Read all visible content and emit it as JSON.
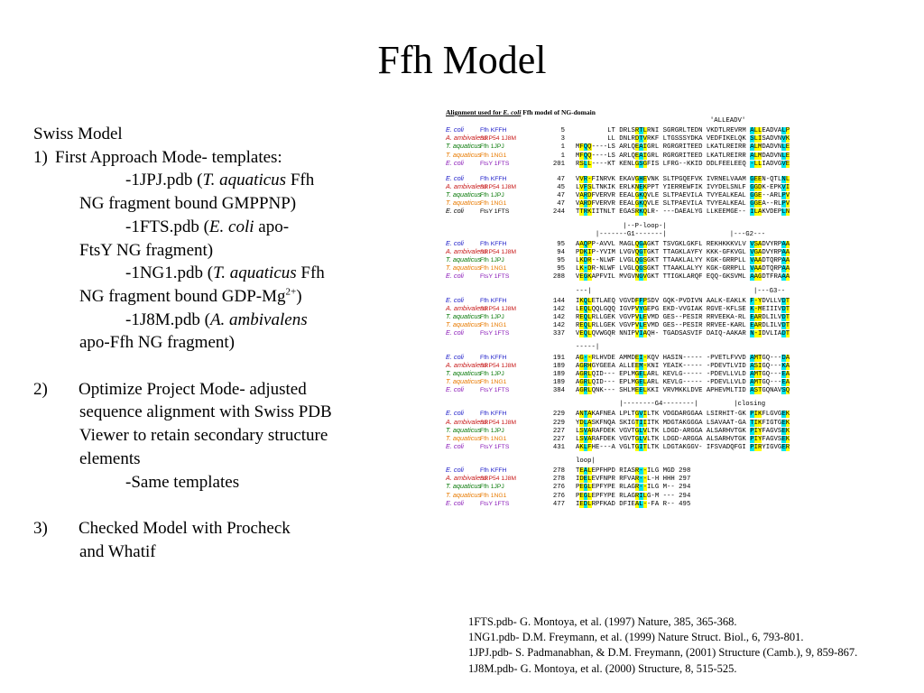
{
  "title": "Ffh Model",
  "left": {
    "heading": "Swiss Model",
    "item1": {
      "num": "1)",
      "text": "First Approach Mode- templates:",
      "templates": [
        {
          "a": "-1JPJ.pdb (",
          "i": "T. aquaticus",
          "b": " Ffh",
          "cont": "NG fragment bound GMPPNP)"
        },
        {
          "a": "-1FTS.pdb (",
          "i": "E. coli",
          "b": " apo-",
          "cont": "FtsY NG fragment)"
        },
        {
          "a": "-1NG1.pdb (",
          "i": "T. aquaticus",
          "b": " Ffh",
          "cont_pre": "NG fragment bound GDP-Mg",
          "cont_sup": "2+",
          "cont_post": ")"
        },
        {
          "a": "-1J8M.pdb (",
          "i": "A. ambivalens",
          "b": "",
          "cont": "apo-Ffh NG fragment)"
        }
      ]
    },
    "item2": {
      "num": "2)",
      "lines": [
        "Optimize Project Mode- adjusted",
        "sequence alignment with Swiss PDB",
        "Viewer to retain secondary structure",
        "elements"
      ],
      "sub": "-Same templates"
    },
    "item3": {
      "num": "3)",
      "lines": [
        "Checked Model with Procheck",
        "and Whatif"
      ]
    }
  },
  "alignment": {
    "caption_pre": "Alignment used for ",
    "caption_italic": "E. coli",
    "caption_post": " Ffh model of NG-domain",
    "blocks": [
      {
        "ann": [
          "                                  'ALLEADV'"
        ],
        "rows": [
          {
            "org": "E. coli",
            "prot": "Ffh KFFH",
            "pos": "5",
            "seq": "        LT DRLSRTLRNI SGRGRLTEDN VKDTLREVRM ALLEADVALP",
            "color": "blue"
          },
          {
            "org": "A. ambivalens",
            "prot": "SRP54 1J8M",
            "pos": "3",
            "seq": "        LL DNLRDTVRKF LTGSSSYDKA VEDFIKELQK SLISADVNVK",
            "color": "red"
          },
          {
            "org": "T. aquaticus",
            "prot": "Ffh 1JPJ",
            "pos": "1",
            "seq": "MFQQ----LS ARLQEAIGRL RGRGRITEED LKATLREIRR ALMDADVNLE",
            "color": "green"
          },
          {
            "org": "T. aquaticus",
            "prot": "Ffh 1NG1",
            "pos": "1",
            "seq": "MFQQ----LS ARLQEAIGRL RGRGRITEED LKATLREIRR ALMDADVNLE",
            "color": "orange"
          },
          {
            "org": "E. coli",
            "prot": "FtsY 1FTS",
            "pos": "201",
            "seq": "RSLL----KT KENLGSGFIS LFRG--KKID DDLFEELEEQ -LLIADVGVE",
            "color": "purple"
          }
        ]
      },
      {
        "ann": [],
        "rows": [
          {
            "org": "E. coli",
            "prot": "Ffh KFFH",
            "pos": "47",
            "seq": "VVR-FINRVK EKAVGHEVNK SLTPGQEFVK IVRNELVAAM GEEN-QTLNL",
            "color": "blue"
          },
          {
            "org": "A. ambivalens",
            "prot": "SRP54 1J8M",
            "pos": "45",
            "seq": "LVFSLTNKIK ERLKNEKPPT YIERREWFIK IVYDELSNLF GGDK-EPKVI",
            "color": "red"
          },
          {
            "org": "T. aquaticus",
            "prot": "Ffh 1JPJ",
            "pos": "47",
            "seq": "VARDFVERVR EEALGKQVLE SLTPAEVILA TVYEALKEAL GGE--ARLPV",
            "color": "green"
          },
          {
            "org": "T. aquaticus",
            "prot": "Ffh 1NG1",
            "pos": "47",
            "seq": "VARDFVERVR EEALGKQVLE SLTPAEVILA TVYEALKEAL GGEA--RLPV",
            "color": "orange"
          },
          {
            "org": "E. coli",
            "prot": "FtsY 1FTS",
            "pos": "244",
            "seq": "TTRKIITNLT EGASRKQLR- ---DAEALYG LLKEEMGE-- ILAKVDEPLN",
            "color": "black"
          }
        ]
      },
      {
        "ann": [
          "            |--P-loop-|",
          "     |-------G1-------|                |---G2---"
        ],
        "rows": [
          {
            "org": "E. coli",
            "prot": "Ffh KFFH",
            "pos": "95",
            "seq": "AAQPP-AVVL MAGLQGAGKT TSVGKLGKFL REKHKKKVLV VSADVYRPAA",
            "color": "blue"
          },
          {
            "org": "A. ambivalens",
            "prot": "SRP54 1J8M",
            "pos": "94",
            "seq": "PDKIP-YVIM LVGVQGTGKT TTAGKLAYFY KKK-GFKVGL VGADVYRPAA",
            "color": "red"
          },
          {
            "org": "T. aquaticus",
            "prot": "Ffh 1JPJ",
            "pos": "95",
            "seq": "LKDR--NLWF LVGLQGSGKT TTAAKLALYY KGK-GRRPLL VAADTQRPAA",
            "color": "green"
          },
          {
            "org": "T. aquaticus",
            "prot": "Ffh 1NG1",
            "pos": "95",
            "seq": "LK-DR-NLWF LVGLQGSGKT TTAAKLALYY KGK-GRRPLL VAADTQRPAA",
            "color": "orange"
          },
          {
            "org": "E. coli",
            "prot": "FtsY 1FTS",
            "pos": "288",
            "seq": "VEGKAPFVIL MVGVNGVGKT TTIGKLARQF EQQ-GKSVML AAGDTFRAAA",
            "color": "purple"
          }
        ]
      },
      {
        "ann": [
          "---|                                         |---G3--"
        ],
        "rows": [
          {
            "org": "E. coli",
            "prot": "Ffh KFFH",
            "pos": "144",
            "seq": "IKQLETLAEQ VGVDFFPSDV GQK-PVDIVN AALK-EAKLK F-YDVLLVDT",
            "color": "blue"
          },
          {
            "org": "A. ambivalens",
            "prot": "SRP54 1J8M",
            "pos": "142",
            "seq": "LEQLQQLGQQ IGVPVYGEPG EKD-VVGIAK RGVE-KFLSE K-MEIIIVDT",
            "color": "red"
          },
          {
            "org": "T. aquaticus",
            "prot": "Ffh 1JPJ",
            "pos": "142",
            "seq": "REQLRLLGEK VGVPVLEVMD GES--PESIR RRVEEKA-RL EARDLILVDT",
            "color": "green"
          },
          {
            "org": "T. aquaticus",
            "prot": "Ffh 1NG1",
            "pos": "142",
            "seq": "REQLRLLGEK VGVPVLEVMD GES--PESIR RRVEE-KARL EARDLILVDT",
            "color": "orange"
          },
          {
            "org": "E. coli",
            "prot": "FtsY 1FTS",
            "pos": "337",
            "seq": "VEQLQVWGQR NNIPVIAQH- TGADSASVIF DAIQ-AAKAR N-IDVLIADT",
            "color": "purple"
          }
        ]
      },
      {
        "ann": [
          "-----|"
        ],
        "rows": [
          {
            "org": "E. coli",
            "prot": "Ffh KFFH",
            "pos": "191",
            "seq": "AG--RLHVDE AMMDEI-KQV HASIN----- -PVETLFVVD AMTGQ---DA",
            "color": "blue"
          },
          {
            "org": "A. ambivalens",
            "prot": "SRP54 1J8M",
            "pos": "189",
            "seq": "AGRHGYGEEA ALLEEM-KNI YEAIK----- -PDEVTLVID ASIGQ---KA",
            "color": "red"
          },
          {
            "org": "T. aquaticus",
            "prot": "Ffh 1JPJ",
            "pos": "189",
            "seq": "AGRLQID--- EPLMGELARL KEVLG----- -PDEVLLVLD AMTGQ---EA",
            "color": "green"
          },
          {
            "org": "T. aquaticus",
            "prot": "Ffh 1NG1",
            "pos": "189",
            "seq": "AGRLQID--- EPLMGELARL KEVLG----- -PDEVLLVLD AMTGQ---EA",
            "color": "orange"
          },
          {
            "org": "E. coli",
            "prot": "FtsY 1FTS",
            "pos": "384",
            "seq": "AGRLQNK--- SHLMEELKKI VRVMKKLDVE APHEVMLTID ASTGQNAVSQ",
            "color": "purple"
          }
        ]
      },
      {
        "ann": [
          "           |--------G4--------|         |closing"
        ],
        "rows": [
          {
            "org": "E. coli",
            "prot": "Ffh KFFH",
            "pos": "229",
            "seq": "ANTAKAFNEA LPLTGVILTK VDGDARGGAA LSIRHIT-GK PIKFLGVGEK",
            "color": "blue"
          },
          {
            "org": "A. ambivalens",
            "prot": "SRP54 1J8M",
            "pos": "229",
            "seq": "YDLASKFNQA SKIGTIIITK MDGTAKGGGA LSAVAAT-GA TIKFIGTGEK",
            "color": "red"
          },
          {
            "org": "T. aquaticus",
            "prot": "Ffh 1JPJ",
            "pos": "227",
            "seq": "LSVARAFDEK VGVTGLVLTK LDGD-ARGGA ALSARHVTGK PIYFAGVSEK",
            "color": "green"
          },
          {
            "org": "T. aquaticus",
            "prot": "Ffh 1NG1",
            "pos": "227",
            "seq": "LSVARAFDEK VGVTGLVLTK LDGD-ARGGA ALSARHVTGK PIYFAGVSEK",
            "color": "orange"
          },
          {
            "org": "E. coli",
            "prot": "FtsY 1FTS",
            "pos": "431",
            "seq": "AKLFHE---A VGLTGITLTK LDGTAKGGV- IFSVADQFGI PIRYIGVGER",
            "color": "purple"
          }
        ]
      },
      {
        "ann": [
          "loop|"
        ],
        "rows": [
          {
            "org": "E. coli",
            "prot": "Ffh KFFH",
            "pos": "278",
            "seq": "TEALEPFHPD RIASR--ILG MGD 298",
            "color": "blue"
          },
          {
            "org": "A. ambivalens",
            "prot": "SRP54 1J8M",
            "pos": "278",
            "seq": "IDELEVFNPR RFVAR--L-H HHH 297",
            "color": "red"
          },
          {
            "org": "T. aquaticus",
            "prot": "Ffh 1JPJ",
            "pos": "276",
            "seq": "PEGLEPFYPE RLAGR--ILG M-- 294",
            "color": "green"
          },
          {
            "org": "T. aquaticus",
            "prot": "Ffh 1NG1",
            "pos": "276",
            "seq": "PEGLEPFYPE RLAGRILG-M --- 294",
            "color": "orange"
          },
          {
            "org": "E. coli",
            "prot": "FtsY 1FTS",
            "pos": "477",
            "seq": "IEDLRPFKAD DFIEAL--FA R-- 495",
            "color": "purple"
          }
        ]
      }
    ]
  },
  "references": [
    "1FTS.pdb- G. Montoya, et al. (1997) Nature, 385, 365-368.",
    "1NG1.pdb- D.M. Freymann, et al. (1999) Nature Struct. Biol., 6, 793-801.",
    "1JPJ.pdb- S. Padmanabhan, & D.M. Freymann, (2001) Structure (Camb.), 9, 859-867.",
    "1J8M.pdb- G. Montoya, et al. (2000) Structure, 8, 515-525."
  ],
  "highlight_colors": {
    "conserved": "#00e5ee",
    "similar": "#ffff00"
  },
  "highlight_columns": {
    "cyan": [
      2,
      16,
      44,
      52,
      63,
      81,
      96,
      103
    ],
    "yellow": [
      1,
      3,
      15,
      17,
      43,
      45,
      46,
      53,
      62,
      64,
      80,
      82,
      95,
      97,
      98
    ]
  }
}
